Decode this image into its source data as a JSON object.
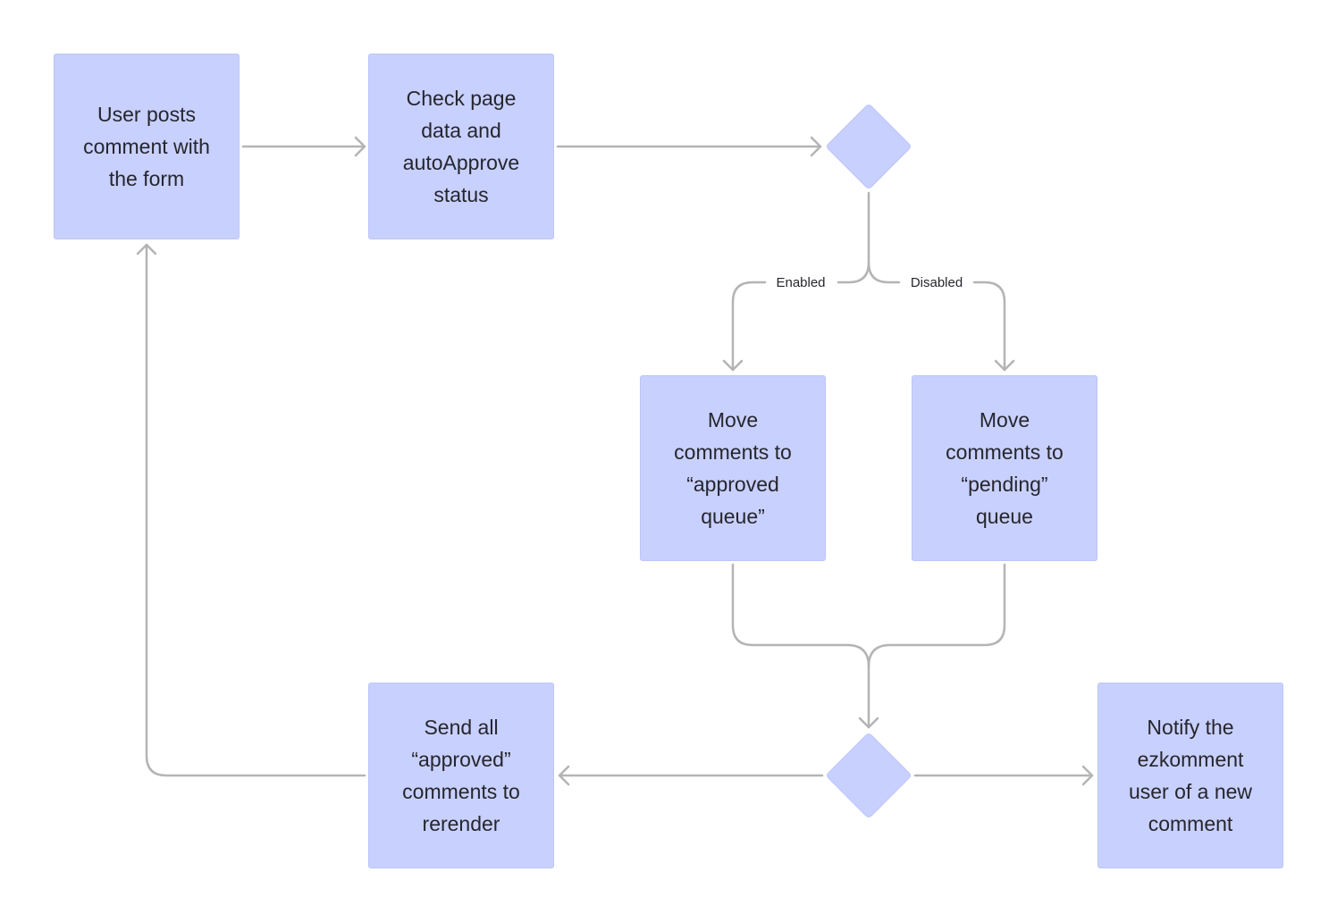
{
  "nodes": {
    "user_posts": "User posts comment with the form",
    "check_page": "Check page data and autoApprove status",
    "move_approved": "Move comments to “approved queue”",
    "move_pending": "Move comments to “pending” queue",
    "send_approved": "Send all “approved” comments to rerender",
    "notify": "Notify the ezkomment user of a new comment"
  },
  "edge_labels": {
    "enabled": "Enabled",
    "disabled": "Disabled"
  },
  "colors": {
    "node_fill": "#c8d0fd",
    "connector": "#b4b4b4",
    "text": "#26262e"
  }
}
